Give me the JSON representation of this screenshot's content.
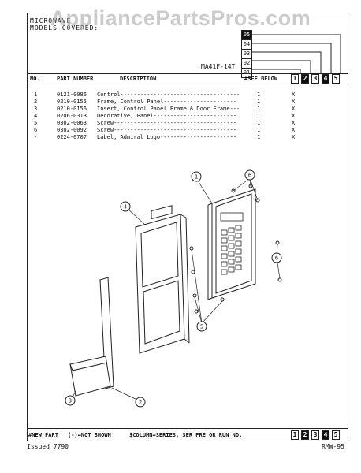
{
  "watermark": "AppliancePartsPros.com",
  "header": {
    "title_line1": "MICROWAVE",
    "title_line2": "MODELS COVERED:",
    "model": "MA41F-14T",
    "series_labels": [
      "05",
      "04",
      "03",
      "02",
      "01"
    ]
  },
  "columns": {
    "no": "NO.",
    "part_number": "PART NUMBER",
    "description": "DESCRIPTION",
    "see_below": "#SEE BELOW",
    "series_numbers": [
      "1",
      "2",
      "3",
      "4",
      "5"
    ]
  },
  "parts": [
    {
      "no": "1",
      "part": "0121-0086",
      "desc": "Control------------------------------------",
      "qty": "1",
      "mark": "X"
    },
    {
      "no": "2",
      "part": "0210-0155",
      "desc": "Frame, Control Panel----------------------",
      "qty": "1",
      "mark": "X"
    },
    {
      "no": "3",
      "part": "0210-0156",
      "desc": "Insert, Control Panel Frame & Door Frame---",
      "qty": "1",
      "mark": "X"
    },
    {
      "no": "4",
      "part": "0206-0313",
      "desc": "Decorative, Panel-------------------------",
      "qty": "1",
      "mark": "X"
    },
    {
      "no": "5",
      "part": "0302-0063",
      "desc": "Screw-------------------------------------",
      "qty": "1",
      "mark": "X"
    },
    {
      "no": "6",
      "part": "0302-0092",
      "desc": "Screw-------------------------------------",
      "qty": "1",
      "mark": "X"
    },
    {
      "no": "-",
      "part": "0224-0707",
      "desc": "Label, Admiral Logo-----------------------",
      "qty": "1",
      "mark": "X"
    }
  ],
  "callouts": [
    "1",
    "4",
    "6",
    "6",
    "5",
    "3",
    "2"
  ],
  "footer": {
    "new_part": "#NEW PART",
    "not_shown": "(-)=NOT SHOWN",
    "column_note": "$COLUMN=SERIES, SER PRE OR RUN NO.",
    "series_numbers": [
      "1",
      "2",
      "3",
      "4",
      "5"
    ]
  },
  "issued": "Issued  7790",
  "code": "RMW-95"
}
